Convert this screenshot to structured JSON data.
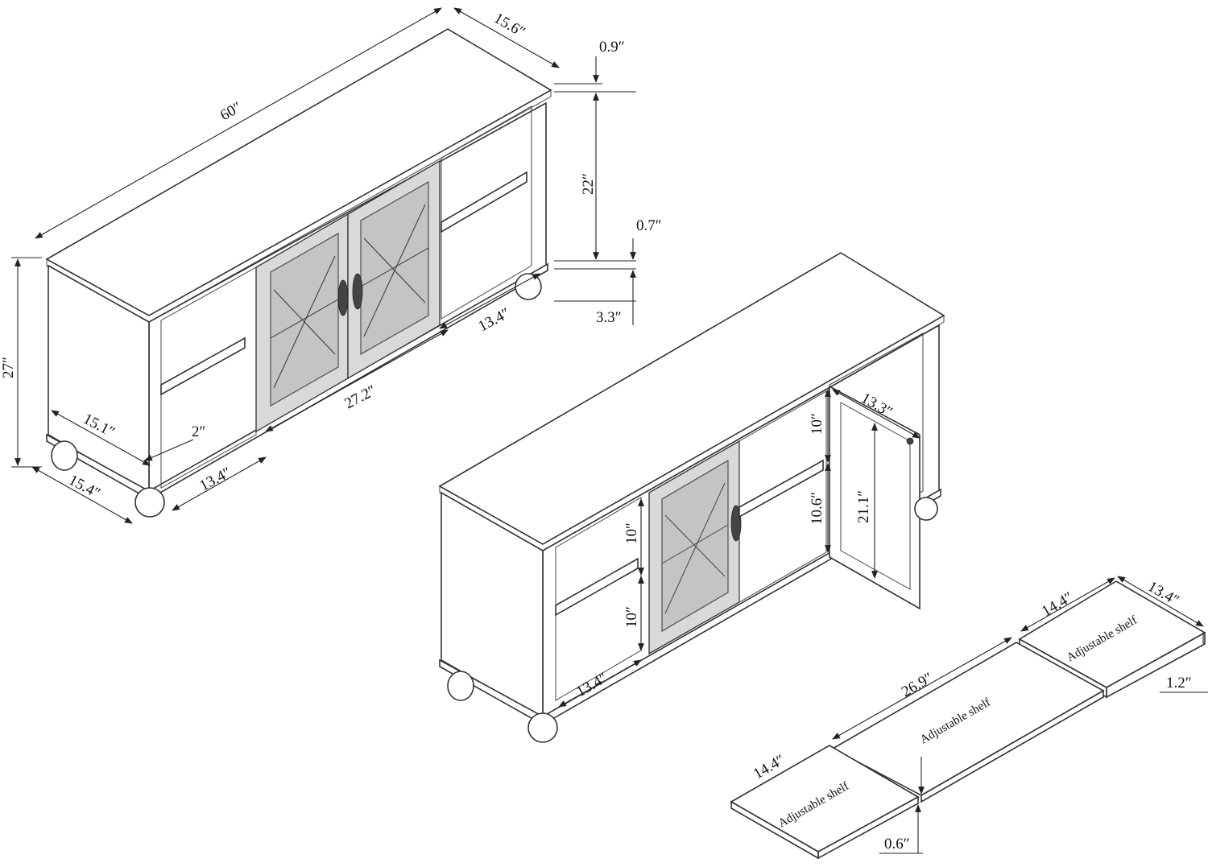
{
  "dimensions": {
    "left_width": "60″",
    "left_depth_top": "15.6″",
    "top_thickness": "0.9″",
    "open_height": "22″",
    "base_thickness": "0.7″",
    "leg_height": "3.3″",
    "total_height": "27″",
    "right_compartment_width": "13.4″",
    "center_width": "27.2″",
    "left_compartment_width": "13.4″",
    "inner_depth": "15.1″",
    "side_gap": "2″",
    "bottom_depth": "15.4″",
    "right_door_width": "13.3″",
    "upper_shelf_gap": "10″",
    "lower_shelf_gap": "10.6″",
    "door_height": "21.1″",
    "left_upper_gap": "10″",
    "left_lower_gap": "10″",
    "left_inner_width": "13.4″"
  },
  "shelves": {
    "small_right": {
      "label": "Adjustable shelf",
      "width": "14.4″",
      "depth": "13.4″",
      "thickness": "1.2″"
    },
    "center": {
      "label": "Adjustable shelf",
      "width": "26.9″"
    },
    "small_left": {
      "label": "Adjustable shelf",
      "width": "14.4″",
      "thickness": "0.6″"
    }
  }
}
